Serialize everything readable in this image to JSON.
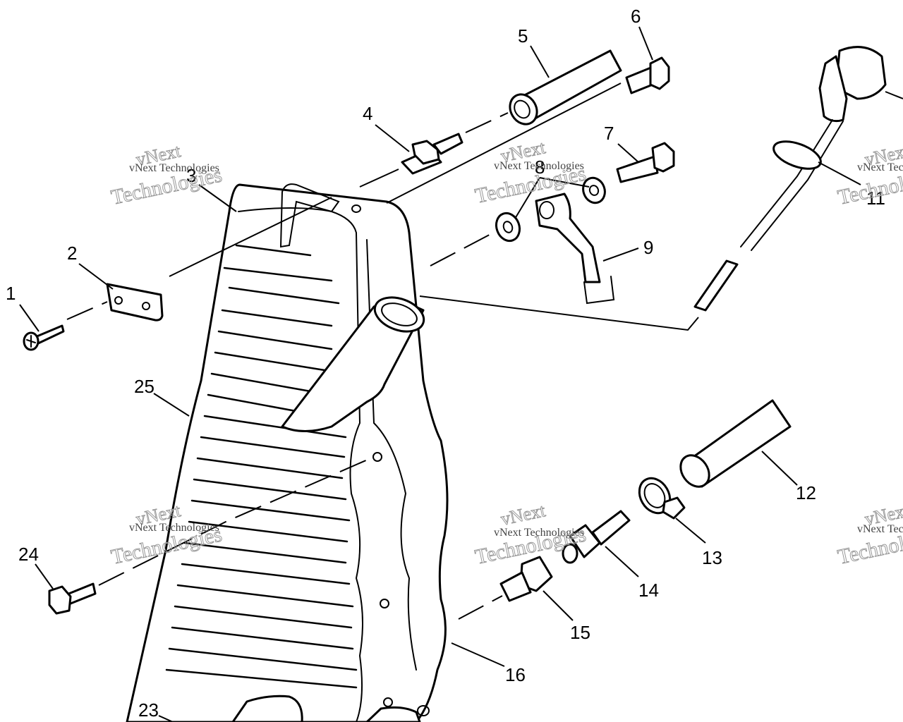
{
  "callouts": [
    {
      "id": "1",
      "text": "1"
    },
    {
      "id": "2",
      "text": "2"
    },
    {
      "id": "3",
      "text": "3"
    },
    {
      "id": "4",
      "text": "4"
    },
    {
      "id": "5",
      "text": "5"
    },
    {
      "id": "6",
      "text": "6"
    },
    {
      "id": "7",
      "text": "7"
    },
    {
      "id": "8",
      "text": "8"
    },
    {
      "id": "9",
      "text": "9"
    },
    {
      "id": "11",
      "text": "11"
    },
    {
      "id": "12",
      "text": "12"
    },
    {
      "id": "13",
      "text": "13"
    },
    {
      "id": "14",
      "text": "14"
    },
    {
      "id": "15",
      "text": "15"
    },
    {
      "id": "16",
      "text": "16"
    },
    {
      "id": "23",
      "text": "23"
    },
    {
      "id": "24",
      "text": "24"
    },
    {
      "id": "25",
      "text": "25"
    }
  ],
  "watermark": {
    "brand": "vNext",
    "full": "vNext Technologies",
    "word": "Technologies"
  }
}
